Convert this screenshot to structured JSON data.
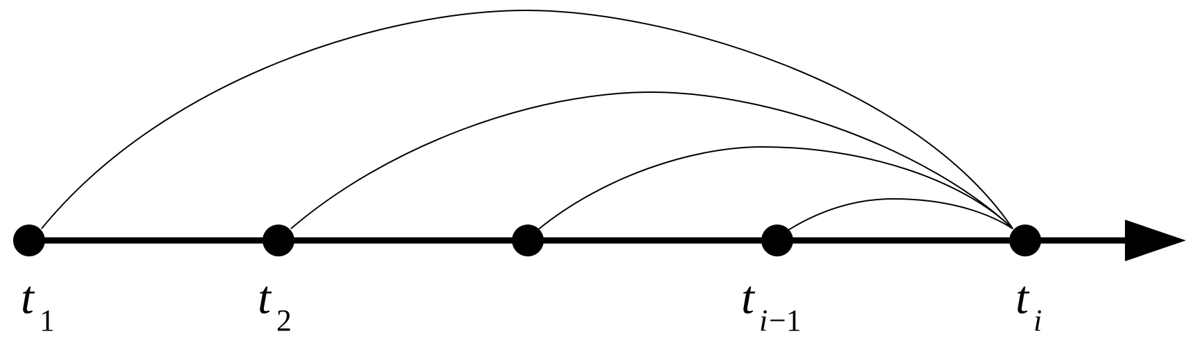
{
  "diagram": {
    "nodes": [
      {
        "id": "t1",
        "label_main": "t",
        "label_sub": "1"
      },
      {
        "id": "t2",
        "label_main": "t",
        "label_sub": "2"
      },
      {
        "id": "t3",
        "label_main": "",
        "label_sub": ""
      },
      {
        "id": "ti-1",
        "label_main": "t",
        "label_sub_var": "i",
        "label_sub": "−1"
      },
      {
        "id": "ti",
        "label_main": "t",
        "label_sub_var": "i",
        "label_sub": ""
      }
    ],
    "arcs": [
      {
        "from": "t1",
        "to": "ti"
      },
      {
        "from": "t2",
        "to": "ti"
      },
      {
        "from": "t3",
        "to": "ti"
      },
      {
        "from": "ti-1",
        "to": "ti"
      }
    ],
    "axis": {
      "direction": "right",
      "arrowhead": true
    },
    "colors": {
      "stroke": "#000000",
      "background": "#ffffff"
    }
  }
}
